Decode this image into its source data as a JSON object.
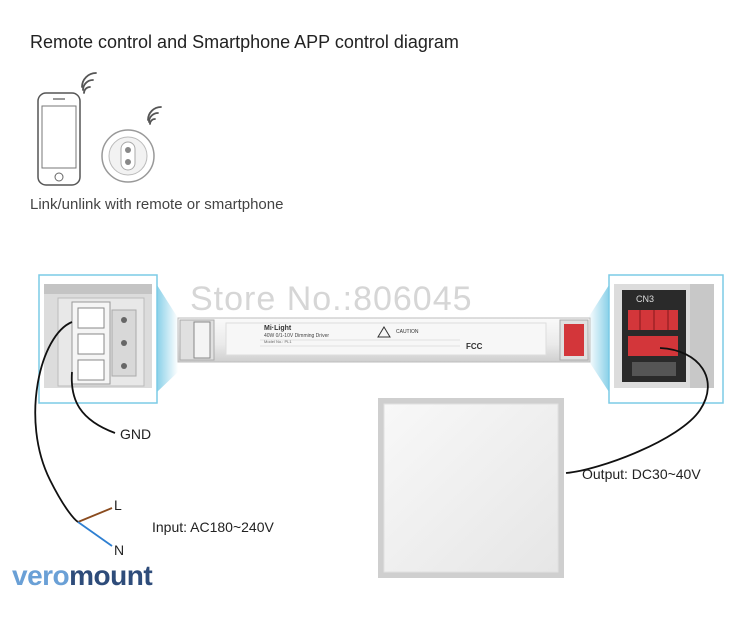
{
  "title": "Remote control and Smartphone APP control diagram",
  "link_text": "Link/unlink with remote or smartphone",
  "watermark": "Store No.:806045",
  "driver": {
    "brand": "Mi·Light",
    "model_line": "40W 0/1-10V Dimming Driver",
    "model_no": "Model No.: PL1",
    "caution": "CAUTION",
    "fcc": "FCC",
    "connector_label": "CN3"
  },
  "labels": {
    "gnd": "GND",
    "l": "L",
    "n": "N",
    "input": "Input: AC180~240V",
    "output": "Output: DC30~40V"
  },
  "logo": {
    "part1": "vero",
    "part2": "mount"
  },
  "colors": {
    "highlight_box": "#7ccbe6",
    "wire_brown": "#8a4b1e",
    "wire_blue": "#2e7fd1",
    "wire_black": "#111111",
    "terminal_red": "#d3363a",
    "logo_light": "#6aa0d6",
    "logo_dark": "#2e4c7a"
  }
}
